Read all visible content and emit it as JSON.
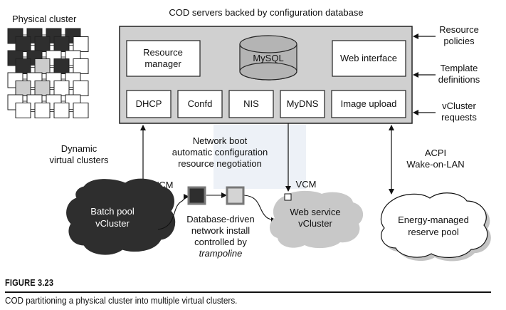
{
  "physical_cluster": {
    "title": "Physical cluster",
    "grid_rows": [
      [
        "dark",
        "dark",
        "dark",
        "dark"
      ],
      [
        "dark",
        "dark",
        "dark",
        "white"
      ],
      [
        "dark",
        "dark",
        "white",
        "white"
      ],
      [
        "dark",
        "light",
        "dark",
        "white"
      ],
      [
        "white",
        "white",
        "white",
        "white"
      ],
      [
        "light",
        "light",
        "white",
        "white"
      ],
      [
        "white",
        "white",
        "white",
        "white"
      ],
      [
        "white",
        "white",
        "white",
        "white"
      ]
    ]
  },
  "cod_servers": {
    "title": "COD servers backed by configuration database",
    "resource_manager": "Resource manager",
    "resource_manager_lines": [
      "Resource",
      "manager"
    ],
    "database": "MySQL",
    "web_interface": "Web interface",
    "services": [
      "DHCP",
      "Confd",
      "NIS",
      "MyDNS",
      "Image upload"
    ]
  },
  "inputs": [
    {
      "lines": [
        "Resource",
        "policies"
      ]
    },
    {
      "lines": [
        "Template",
        "definitions"
      ]
    },
    {
      "lines": [
        "vCluster",
        "requests"
      ]
    }
  ],
  "labels": {
    "dynamic_clusters": [
      "Dynamic",
      "virtual clusters"
    ],
    "network_boot": [
      "Network boot",
      "automatic configuration",
      "resource negotiation"
    ],
    "vcm_left": "VCM",
    "vcm_right": "VCM",
    "install": [
      "Database-driven",
      "network install",
      "controlled by",
      "trampoline"
    ],
    "acpi": [
      "ACPI",
      "Wake-on-LAN"
    ]
  },
  "clouds": {
    "batch_pool": [
      "Batch pool",
      "vCluster"
    ],
    "web_service": [
      "Web service",
      "vCluster"
    ],
    "reserve_pool": [
      "Energy-managed",
      "reserve pool"
    ]
  },
  "colors": {
    "dark": "#2e2e2e",
    "light": "#cccccc",
    "panel": "#d0d0d0",
    "white": "#ffffff"
  },
  "figure": {
    "label": "FIGURE 3.23",
    "caption": "COD partitioning a physical cluster into multiple virtual clusters."
  }
}
